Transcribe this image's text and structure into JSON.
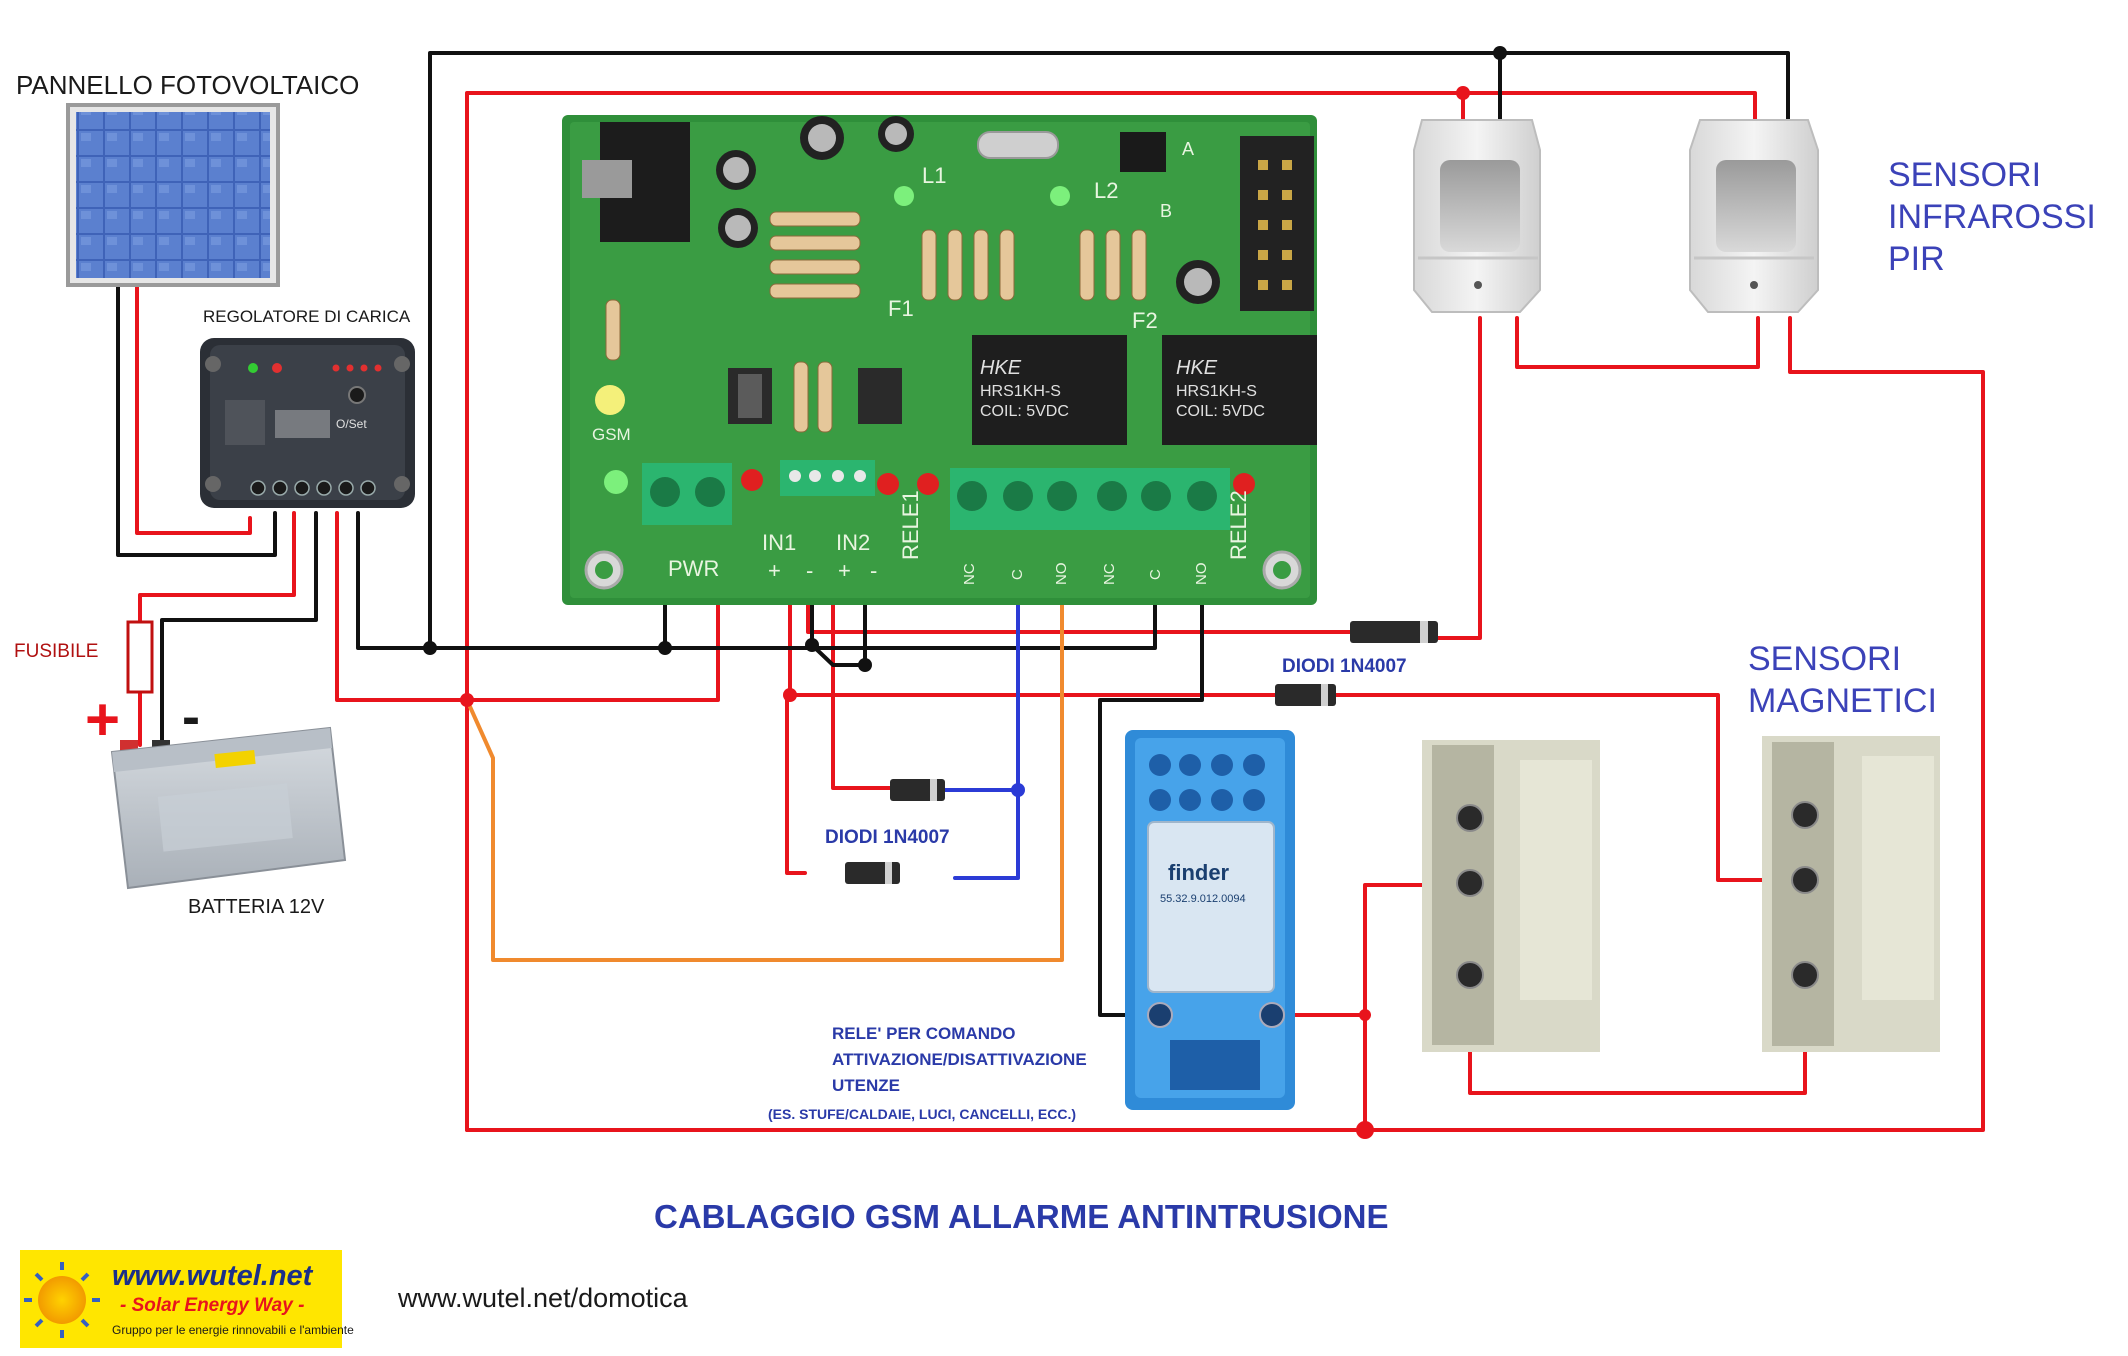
{
  "labels": {
    "solar_panel": "PANNELLO FOTOVOLTAICO",
    "charge_regulator": "REGOLATORE DI CARICA",
    "fuse": "FUSIBILE",
    "battery": "BATTERIA 12V",
    "battery_plus": "+",
    "battery_minus": "-",
    "pir_line1": "SENSORI",
    "pir_line2": "INFRAROSSI",
    "pir_line3": "PIR",
    "mag_line1": "SENSORI",
    "mag_line2": "MAGNETICI",
    "diodes_top": "DIODI 1N4007",
    "diodes_bottom": "DIODI 1N4007",
    "relay_line1": "RELE' PER COMANDO",
    "relay_line2": "ATTIVAZIONE/DISATTIVAZIONE",
    "relay_line3": "UTENZE",
    "relay_line4": "(ES. STUFE/CALDAIE, LUCI, CANCELLI, ECC.)",
    "title": "CABLAGGIO GSM ALLARME ANTINTRUSIONE",
    "website": "www.wutel.net/domotica"
  },
  "board": {
    "led_label": "GSM",
    "terminal_pwr": "PWR",
    "terminal_in1": "IN1",
    "terminal_in2": "IN2",
    "rele1": "RELE1",
    "rele2": "RELE2",
    "relay_brand": "HKE",
    "relay_model": "HRS1KH-S",
    "relay_coil": "COIL: 5VDC",
    "f1": "F1",
    "f2": "F2",
    "l1": "L1",
    "l2": "L2",
    "a": "A",
    "b": "B",
    "nc": "NC",
    "c": "C",
    "no": "NO",
    "plus": "+",
    "minus": "-"
  },
  "regulator": {
    "set_label": "O/Set"
  },
  "finder": {
    "brand": "finder",
    "model": "55.32.9.012.0094"
  },
  "logo": {
    "site": "www.wutel.net",
    "tagline": "- Solar Energy Way -",
    "sub": "Gruppo per le energie rinnovabili e l'ambiente"
  },
  "colors": {
    "wire_red": "#e8141c",
    "wire_black": "#111111",
    "wire_blue": "#2b3bd6",
    "wire_orange": "#f08a2e",
    "pcb_green": "#2f8f3a",
    "label_blue": "#3b42b8",
    "logo_yellow": "#ffe600"
  }
}
